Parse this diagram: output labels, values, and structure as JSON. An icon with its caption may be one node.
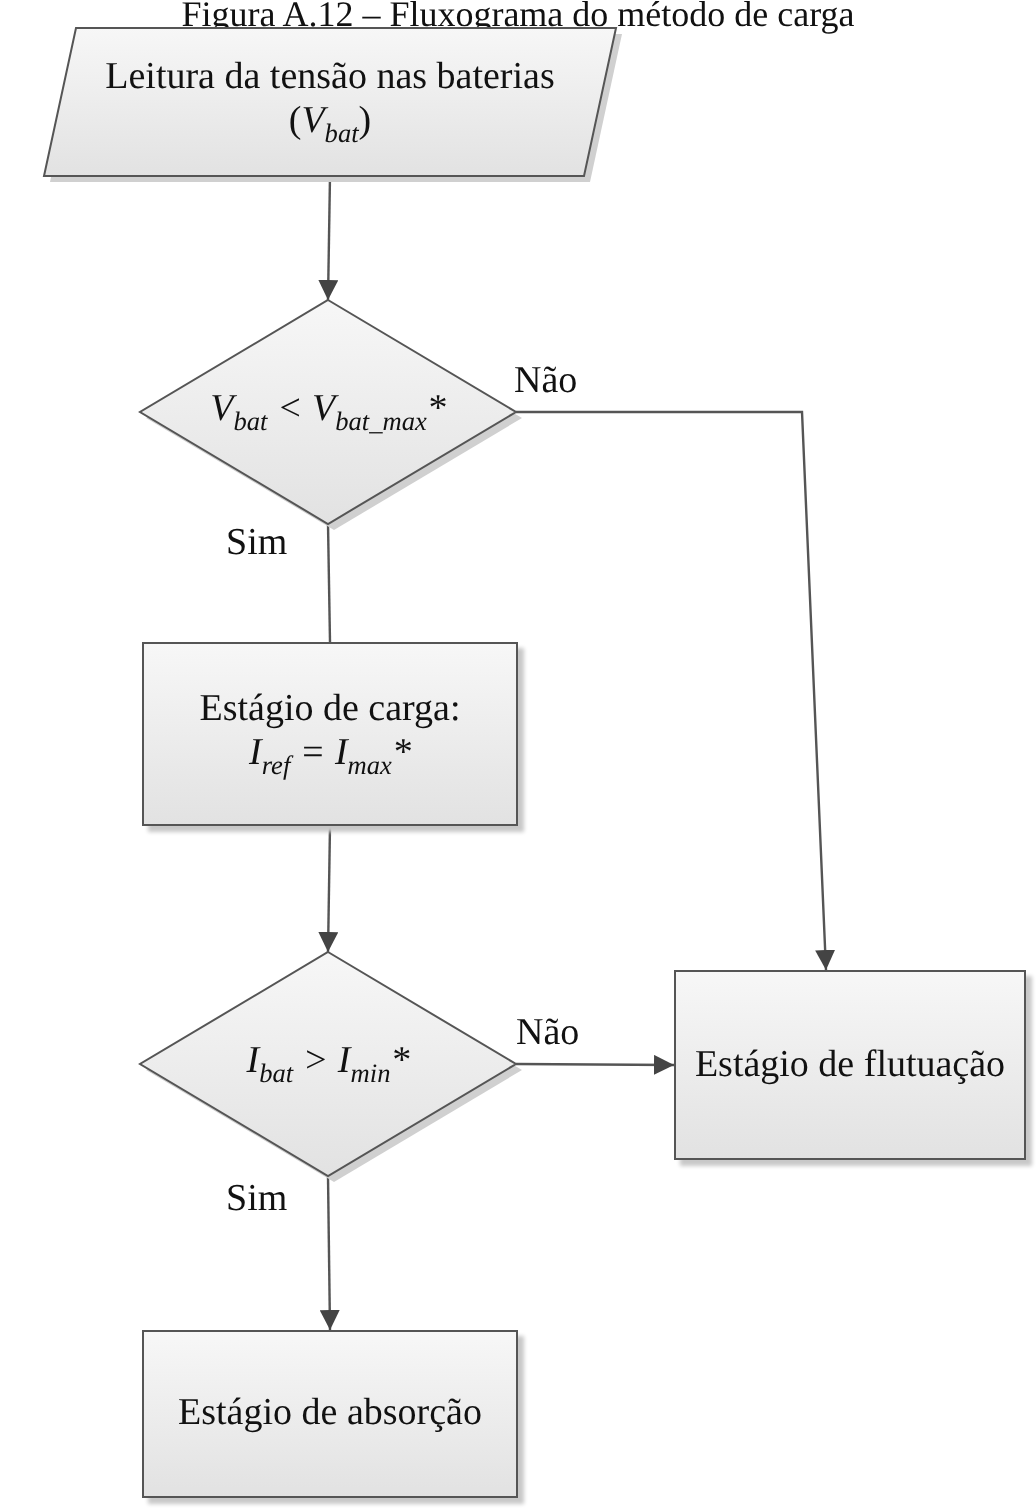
{
  "diagram": {
    "title": "Figura A.12 – Fluxograma do método de carga",
    "nodes": [
      {
        "text": [
          "Leitura da tensão nas baterias (*V*$_{bat}$)"
        ]
      },
      {
        "text": [
          "V$_{bat}$ < V$_{bat_max}$*"
        ]
      },
      {
        "text": [
          "Estágio de carga:",
          "I$_{ref}$ = I$_{max}$*"
        ]
      },
      {
        "text": [
          "I$_{bat}$ > I$_{min}$*"
        ]
      },
      {
        "text": [
          "Estágio de flutuação"
        ]
      },
      {
        "text": [
          "Estágio de absorção"
        ]
      }
    ],
    "edges": [
      {
        "from": 0,
        "to": 1,
        "arrow": "to"
      },
      {
        "from": 1,
        "to": 2,
        "arrow": "none",
        "label": "Sim"
      },
      {
        "from": 1,
        "to": 4,
        "arrow": "to",
        "label": "Não"
      },
      {
        "from": 2,
        "to": 3,
        "arrow": "to"
      },
      {
        "from": 3,
        "to": 4,
        "arrow": "to",
        "label": "Não"
      },
      {
        "from": 3,
        "to": 5,
        "arrow": "to",
        "label": "Sim"
      }
    ]
  }
}
